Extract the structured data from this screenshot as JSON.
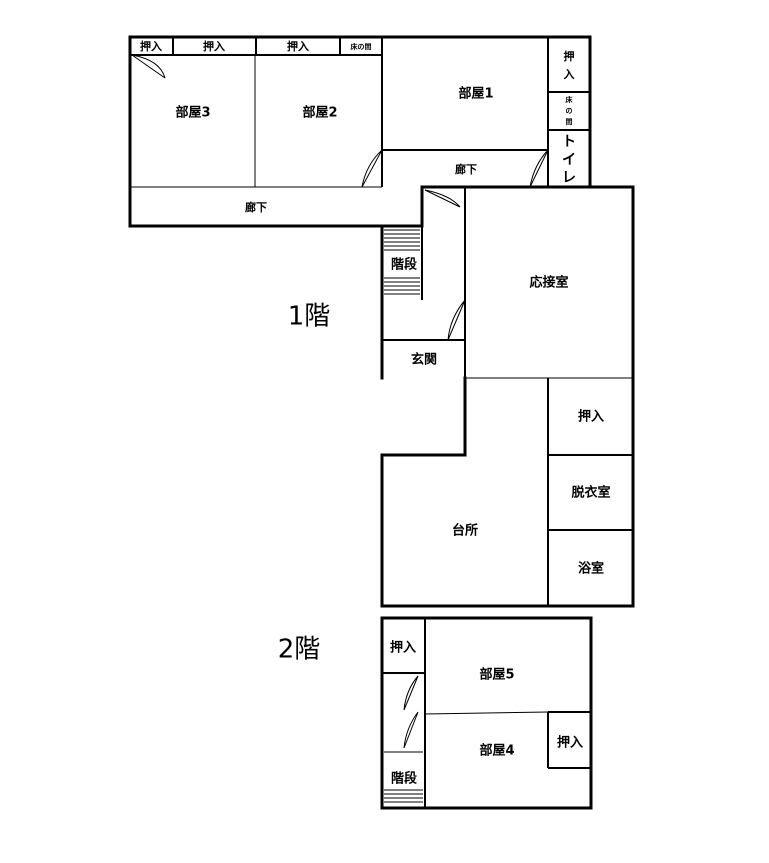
{
  "floors": {
    "first": "1階",
    "second": "2階"
  },
  "rooms": {
    "oshiire_a": "押入",
    "oshiire_b": "押入",
    "oshiire_c": "押入",
    "tokonoma_top": "床の間",
    "oshiire_right_1": "押",
    "oshiire_right_2": "入",
    "tokonoma_v1": "床",
    "tokonoma_v2": "の",
    "tokonoma_v3": "間",
    "toilet_1": "ト",
    "toilet_2": "イ",
    "toilet_3": "レ",
    "heya3": "部屋3",
    "heya2": "部屋2",
    "heya1": "部屋1",
    "rouka_upper": "廊下",
    "rouka_lower": "廊下",
    "kaidan_1f": "階段",
    "genkan": "玄関",
    "ousetsu": "応接室",
    "oshiire_mid": "押入",
    "datsui": "脱衣室",
    "yokushitsu": "浴室",
    "daidokoro": "台所",
    "oshiire_2f_left": "押入",
    "heya5": "部屋5",
    "heya4": "部屋4",
    "oshiire_2f_right": "押入",
    "kaidan_2f": "階段"
  }
}
